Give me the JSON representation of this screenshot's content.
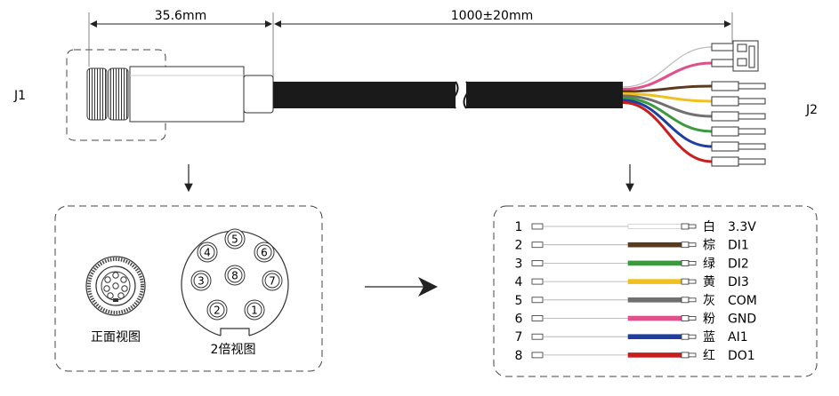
{
  "dimensions": {
    "connector_length": "35.6mm",
    "cable_length": "1000±20mm"
  },
  "connectors": {
    "j1": "J1",
    "j2": "J2"
  },
  "views": {
    "front_view_label": "正面视图",
    "double_view_label": "2倍视图",
    "pin_numbers": [
      "1",
      "2",
      "3",
      "4",
      "5",
      "6",
      "7",
      "8"
    ]
  },
  "pinout": [
    {
      "pin": "1",
      "color_name": "白",
      "signal": "3.3V",
      "color": "#ffffff"
    },
    {
      "pin": "2",
      "color_name": "棕",
      "signal": "DI1",
      "color": "#5c3a1e"
    },
    {
      "pin": "3",
      "color_name": "绿",
      "signal": "DI2",
      "color": "#3c9a3e"
    },
    {
      "pin": "4",
      "color_name": "黄",
      "signal": "DI3",
      "color": "#f0c020"
    },
    {
      "pin": "5",
      "color_name": "灰",
      "signal": "COM",
      "color": "#707070"
    },
    {
      "pin": "6",
      "color_name": "粉",
      "signal": "GND",
      "color": "#e0508a"
    },
    {
      "pin": "7",
      "color_name": "蓝",
      "signal": "AI1",
      "color": "#1e3fa0"
    },
    {
      "pin": "8",
      "color_name": "红",
      "signal": "DO1",
      "color": "#c81e1e"
    }
  ]
}
